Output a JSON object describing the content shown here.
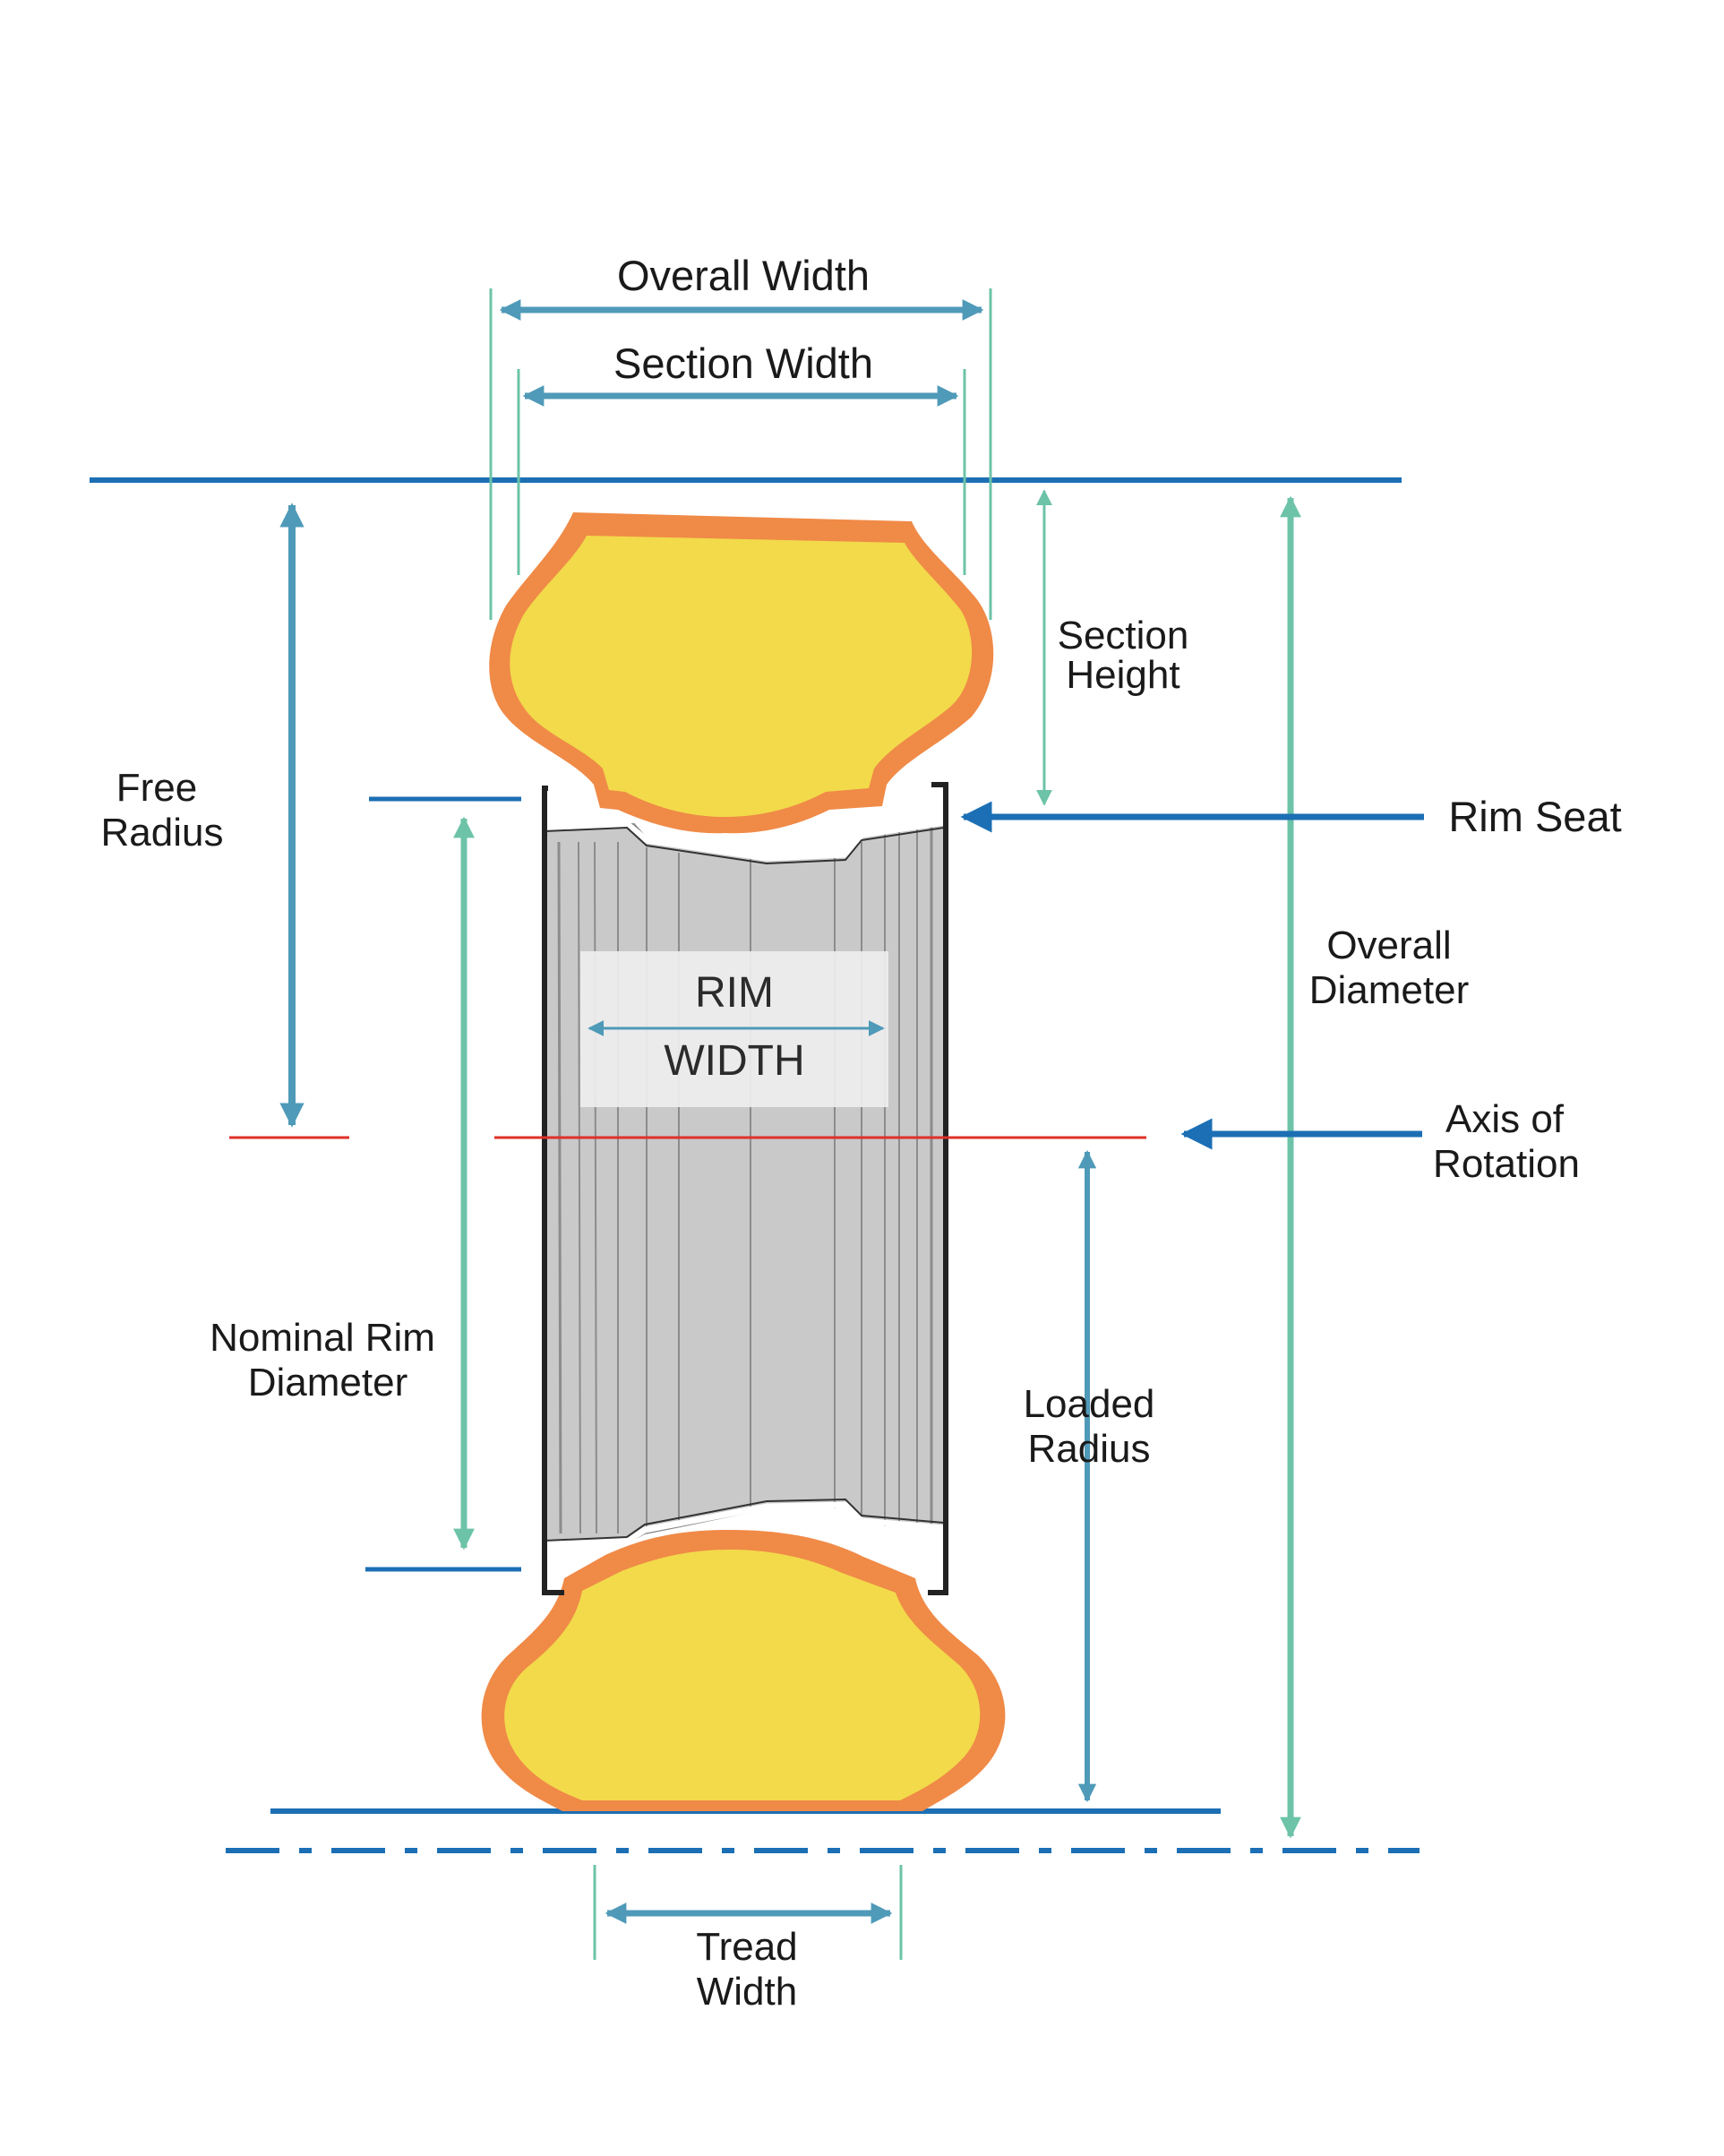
{
  "labels": {
    "overall_width": "Overall Width",
    "section_width": "Section Width",
    "section_height": [
      "Section",
      "Height"
    ],
    "free_radius": [
      "Free",
      "Radius"
    ],
    "rim_seat": "Rim Seat",
    "overall_diameter": [
      "Overall",
      "Diameter"
    ],
    "rim_width": [
      "RIM",
      "WIDTH"
    ],
    "axis_of_rotation": [
      "Axis of",
      "Rotation"
    ],
    "nominal_rim_diameter": [
      "Nominal Rim",
      "Diameter"
    ],
    "loaded_radius": [
      "Loaded",
      "Radius"
    ],
    "tread_width": [
      "Tread",
      "Width"
    ]
  },
  "colors": {
    "steel_blue": "#4f9ab8",
    "teal_green": "#6cc3a8",
    "line_blue": "#1c6fb4",
    "axis_red": "#e0302a",
    "tire_yellow": "#f2da4a",
    "tire_orange": "#f08a47",
    "rim_gray": "#c9c9c9",
    "rim_stripe": "#8c8c8c",
    "outline": "#222222"
  }
}
